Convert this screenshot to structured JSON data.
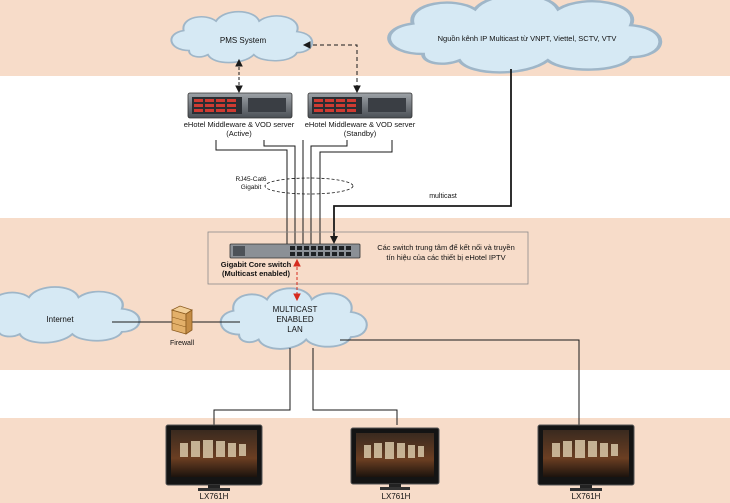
{
  "diagram": {
    "pms_label": "PMS System",
    "multicast_source_label": "Nguồn kênh IP Multicast từ VNPT, Viettel, SCTV, VTV",
    "server_active_line1": "eHotel Middleware & VOD server",
    "server_active_line2": "(Active)",
    "server_standby_line1": "eHotel Middleware & VOD server",
    "server_standby_line2": "(Standby)",
    "cable_line1": "RJ45-Cat6",
    "cable_line2": "Gigabit",
    "multicast_label": "multicast",
    "core_switch_line1": "Gigabit Core switch",
    "core_switch_line2": "(Multicast enabled)",
    "switch_note_line1": "Các switch trung tâm để kết nối và truyền",
    "switch_note_line2": "tín hiệu của các thiết bị eHotel IPTV",
    "internet_label": "Internet",
    "firewall_label": "Firewall",
    "lan_line1": "MULTICAST",
    "lan_line2": "ENABLED",
    "lan_line3": "LAN",
    "tv_labels": [
      "LX761H",
      "LX761H",
      "LX761H"
    ]
  },
  "colors": {
    "band": "#f7dcc9",
    "cloud_fill": "#d6e9f4",
    "cloud_stroke": "#9fb6c8",
    "line": "#1a1a1a",
    "link_red": "#d62b1f",
    "firewall": "#e3b06a"
  }
}
